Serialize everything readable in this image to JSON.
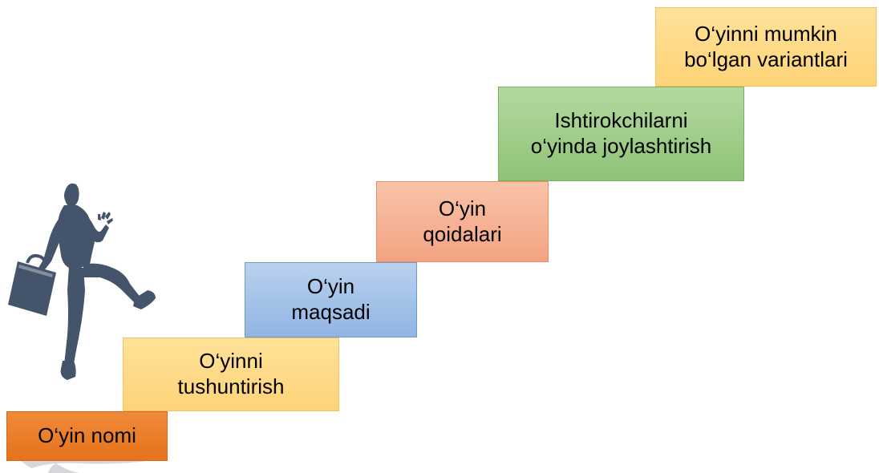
{
  "steps": [
    {
      "line1": "O‘yin nomi",
      "line2": ""
    },
    {
      "line1": "O‘yinni",
      "line2": "tushuntirish"
    },
    {
      "line1": "O‘yin",
      "line2": "maqsadi"
    },
    {
      "line1": "O‘yin",
      "line2": "qoidalari"
    },
    {
      "line1": "Ishtirokchilarni",
      "line2": "o‘yinda joylashtirish"
    },
    {
      "line1": "O‘yinni mumkin",
      "line2": "bo‘lgan variantlari"
    }
  ],
  "figure": {
    "icon": "climbing-businessman-icon",
    "color": "#44546a"
  }
}
